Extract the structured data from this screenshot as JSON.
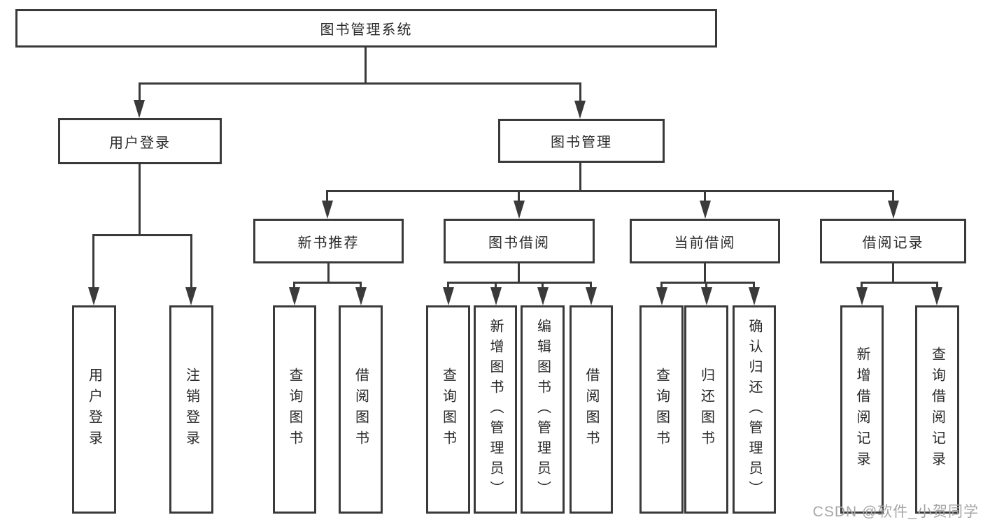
{
  "theme": {
    "line_color": "#3a3a3a",
    "text_color": "#2a2a2a",
    "background": "#ffffff",
    "watermark_color": "#a6a6a6"
  },
  "watermark": {
    "text": "CSDN @软件_小贺同学"
  },
  "tree": {
    "label": "图书管理系统",
    "children": [
      {
        "label": "用户登录",
        "children": [
          {
            "label": "用户登录"
          },
          {
            "label": "注销登录"
          }
        ]
      },
      {
        "label": "图书管理",
        "children": [
          {
            "label": "新书推荐",
            "children": [
              {
                "label": "查询图书"
              },
              {
                "label": "借阅图书"
              }
            ]
          },
          {
            "label": "图书借阅",
            "children": [
              {
                "label": "查询图书"
              },
              {
                "label": "新增图书（管理员）"
              },
              {
                "label": "编辑图书（管理员）"
              },
              {
                "label": "借阅图书"
              }
            ]
          },
          {
            "label": "当前借阅",
            "children": [
              {
                "label": "查询图书"
              },
              {
                "label": "归还图书"
              },
              {
                "label": "确认归还（管理员）"
              }
            ]
          },
          {
            "label": "借阅记录",
            "children": [
              {
                "label": "新增借阅记录"
              },
              {
                "label": "查询借阅记录"
              }
            ]
          }
        ]
      }
    ]
  }
}
